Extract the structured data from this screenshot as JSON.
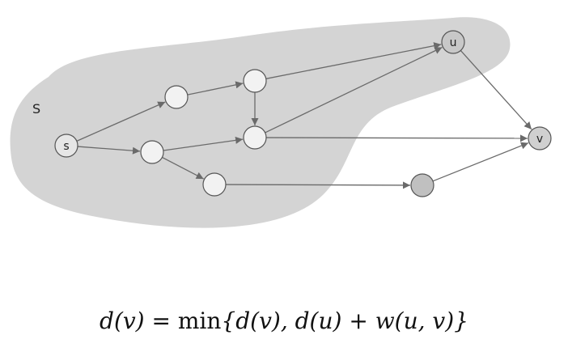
{
  "diagram": {
    "region_label": "S",
    "region_fill": "#d4d4d4",
    "edge_color": "#6a6a6a",
    "nodes": [
      {
        "id": "s",
        "label": "s",
        "fill": "#e6e6e6"
      },
      {
        "id": "a",
        "label": "",
        "fill": "#f2f2f2"
      },
      {
        "id": "b",
        "label": "",
        "fill": "#f2f2f2"
      },
      {
        "id": "c",
        "label": "",
        "fill": "#f2f2f2"
      },
      {
        "id": "d",
        "label": "",
        "fill": "#f2f2f2"
      },
      {
        "id": "e",
        "label": "",
        "fill": "#f2f2f2"
      },
      {
        "id": "f",
        "label": "",
        "fill": "#c0c0c0"
      },
      {
        "id": "u",
        "label": "u",
        "fill": "#c8c8c8"
      },
      {
        "id": "v",
        "label": "v",
        "fill": "#d0d0d0"
      }
    ],
    "edges": [
      {
        "from": "s",
        "to": "a"
      },
      {
        "from": "s",
        "to": "c"
      },
      {
        "from": "a",
        "to": "b"
      },
      {
        "from": "b",
        "to": "u"
      },
      {
        "from": "b",
        "to": "d"
      },
      {
        "from": "c",
        "to": "d"
      },
      {
        "from": "c",
        "to": "e"
      },
      {
        "from": "d",
        "to": "u"
      },
      {
        "from": "d",
        "to": "v"
      },
      {
        "from": "e",
        "to": "f"
      },
      {
        "from": "f",
        "to": "v"
      },
      {
        "from": "u",
        "to": "v"
      }
    ]
  },
  "formula": {
    "lhs": "d(v) = ",
    "min": "min",
    "rhs": "{d(v), d(u) + w(u, v)}"
  }
}
